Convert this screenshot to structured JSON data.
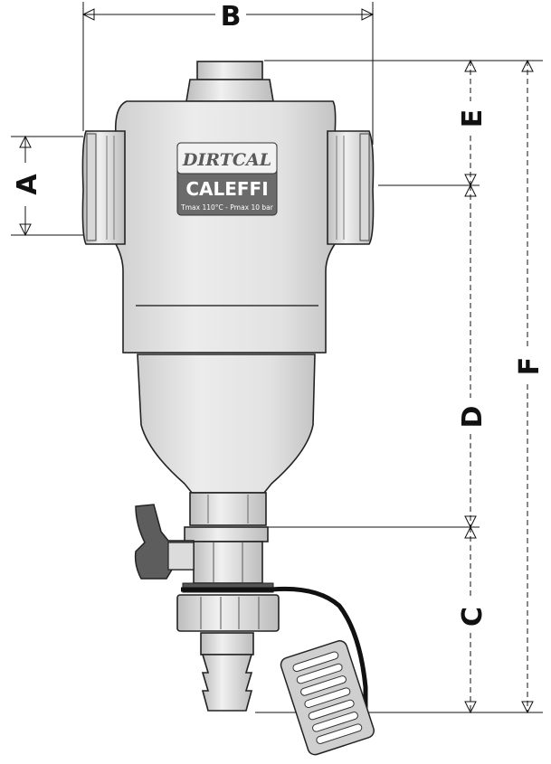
{
  "dimensions": {
    "A": "A",
    "B": "B",
    "C": "C",
    "D": "D",
    "E": "E",
    "F": "F"
  },
  "label": {
    "product": "DIRTCAL",
    "brand": "CALEFFI",
    "rating_t": "Tmax 110°C",
    "rating_sep": " - ",
    "rating_p": "Pmax 10 bar"
  },
  "colors": {
    "body_fill": "#e4e4e4",
    "body_shade": "#c9c9c9",
    "handle": "#5d5d5d",
    "label_bg": "#6b6b6b"
  }
}
